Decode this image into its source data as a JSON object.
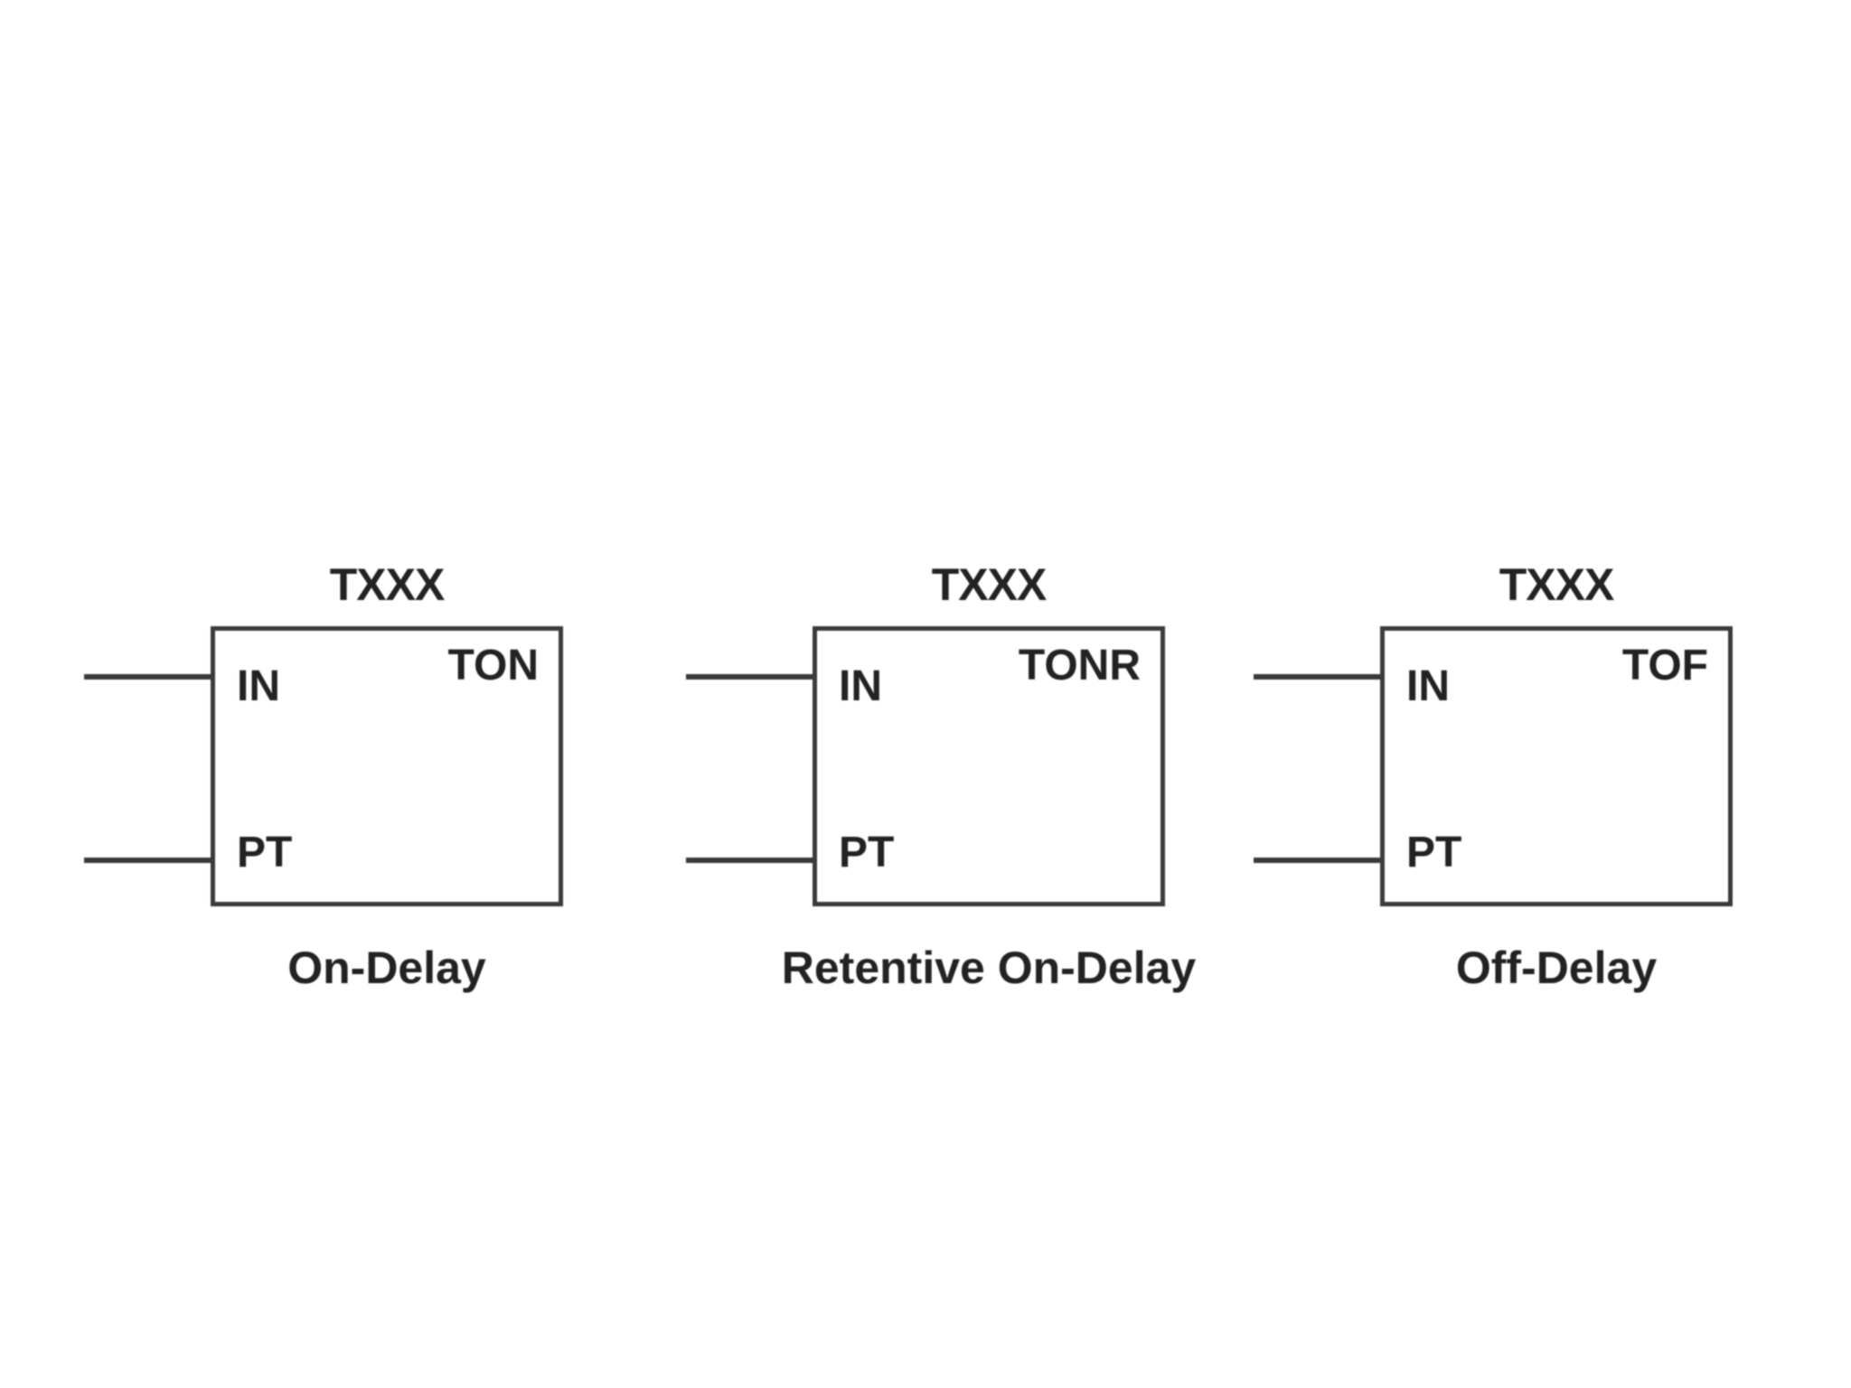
{
  "blocks": [
    {
      "tag": "TXXX",
      "type": "TON",
      "pins": {
        "in": "IN",
        "pt": "PT"
      },
      "caption": "On-Delay"
    },
    {
      "tag": "TXXX",
      "type": "TONR",
      "pins": {
        "in": "IN",
        "pt": "PT"
      },
      "caption": "Retentive On-Delay"
    },
    {
      "tag": "TXXX",
      "type": "TOF",
      "pins": {
        "in": "IN",
        "pt": "PT"
      },
      "caption": "Off-Delay"
    }
  ],
  "colors": {
    "background": "#ffffff",
    "line": "#3a3a3a",
    "text": "#222222"
  }
}
